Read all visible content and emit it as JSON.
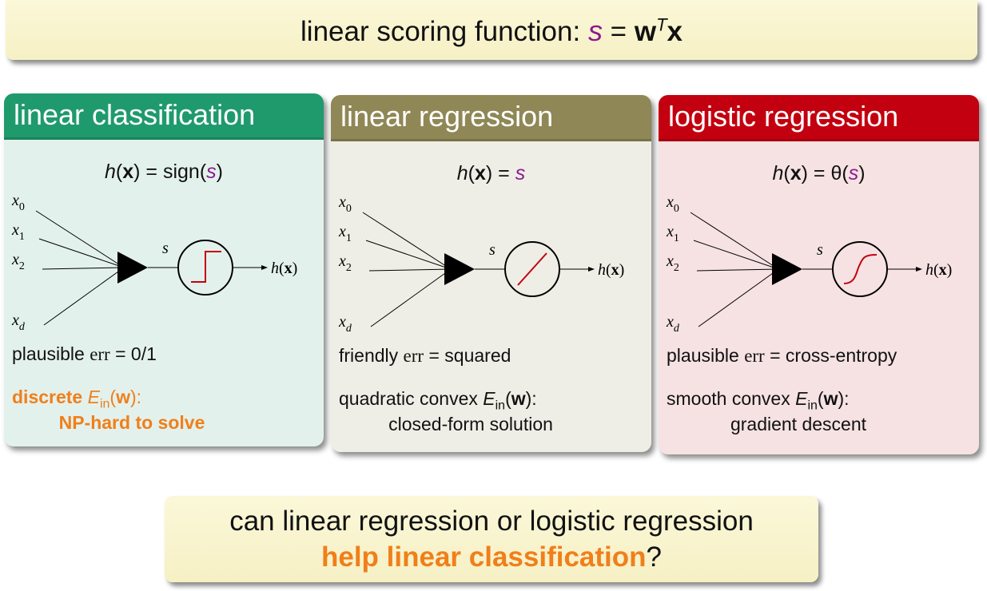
{
  "top_note": {
    "prefix": "linear scoring function: ",
    "s": "s",
    "eq": " = ",
    "w": "w",
    "T": "T",
    "x": "x"
  },
  "cards": [
    {
      "title": "linear classification",
      "h": "h",
      "x_bold": "x",
      "eq": ") = ",
      "func": "sign(",
      "s": "s",
      "close": ")",
      "err_word": "plausible ",
      "err_label": "err",
      "err_value": " = 0/1",
      "note_line1_bold": "discrete ",
      "note_E": "E",
      "note_in": "in",
      "note_w": "w",
      "note_end": "):",
      "note_line2": "NP-hard to solve"
    },
    {
      "title": "linear regression",
      "h": "h",
      "x_bold": "x",
      "eq": ") = ",
      "func": "",
      "s": "s",
      "close": "",
      "err_word": "friendly ",
      "err_label": "err",
      "err_value": " = squared",
      "note_line1_text": "quadratic convex ",
      "note_E": "E",
      "note_in": "in",
      "note_w": "w",
      "note_end": "):",
      "note_line2": "closed-form solution"
    },
    {
      "title": "logistic regression",
      "h": "h",
      "x_bold": "x",
      "eq": ") = ",
      "func": "θ(",
      "s": "s",
      "close": ")",
      "err_word": "plausible ",
      "err_label": "err",
      "err_value": " = cross-entropy",
      "note_line1_text": "smooth convex ",
      "note_E": "E",
      "note_in": "in",
      "note_w": "w",
      "note_end": "):",
      "note_line2": "gradient descent"
    }
  ],
  "diagram_labels": {
    "x0": "x",
    "x0_sub": "0",
    "x1": "x",
    "x1_sub": "1",
    "x2": "x",
    "x2_sub": "2",
    "xd": "x",
    "xd_sub": "d",
    "s": "s",
    "out_h": "h",
    "out_x": "x"
  },
  "bottom_note": {
    "line1": "can linear regression or logistic regression",
    "line2_bold": "help linear classification",
    "line2_end": "?"
  },
  "colors": {
    "classification_header": "#1f9a6d",
    "linreg_header": "#8f8756",
    "logreg_header": "#c3000f",
    "accent_orange": "#f07f1a",
    "accent_purple": "#8a1a8c",
    "curve_red": "#c3000f"
  }
}
